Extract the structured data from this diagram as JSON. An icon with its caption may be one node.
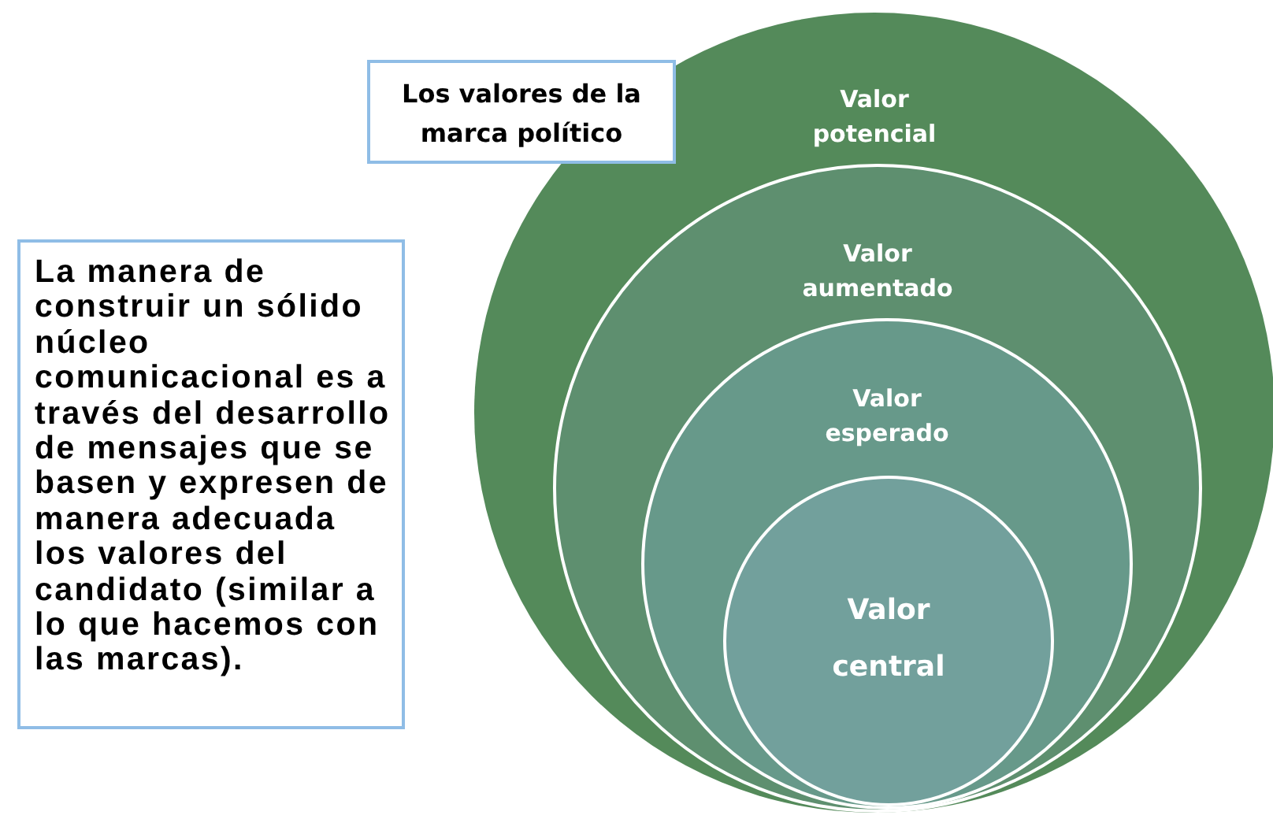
{
  "diagram": {
    "nodes": [
      {
        "text": [
          "Los valores de la marca político"
        ]
      },
      {
        "text": [
          "La manera de construir un sólido núcleo comunicacional es a través del desarrollo de mensajes que se basen y expresen de manera adecuada los valores del candidato (similar a lo que hacemos con las marcas)."
        ]
      },
      {
        "text": [
          "Valor potencial"
        ]
      },
      {
        "text": [
          "Valor aumentado"
        ],
        "in": 2
      },
      {
        "text": [
          "Valor esperado"
        ],
        "in": 3
      },
      {
        "text": [
          "Valor central"
        ],
        "in": 4
      }
    ],
    "edges": []
  }
}
